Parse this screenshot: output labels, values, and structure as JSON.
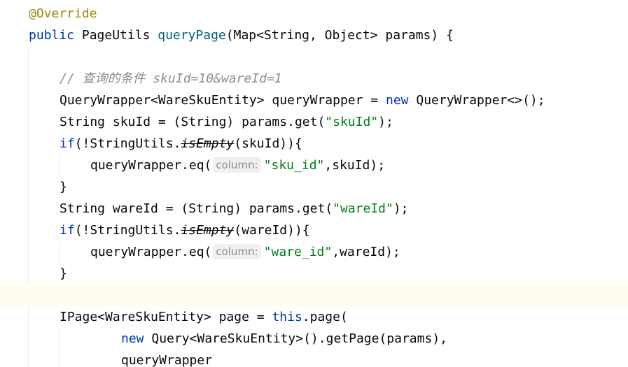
{
  "code": {
    "annotation": "@Override",
    "signature": {
      "kw_public": "public",
      "return_type": " PageUtils ",
      "method_name": "queryPage",
      "params": "(Map<String, Object> params) {"
    },
    "comment": "// 查询的条件 skuId=10&wareId=1",
    "line_wrapper": {
      "part1": "QueryWrapper<WareSkuEntity> queryWrapper = ",
      "kw_new": "new",
      "part2": " QueryWrapper<>();"
    },
    "line_skuid_decl": {
      "part1": "String skuId = (String) params.get(",
      "str": "\"skuId\"",
      "part2": ");"
    },
    "line_if_sku": {
      "kw_if": "if",
      "part1": "(!StringUtils.",
      "static_method": "isEmpty",
      "part2": "(skuId)){"
    },
    "line_eq_sku": {
      "part1": "queryWrapper.eq(",
      "hint": "column:",
      "str": "\"sku_id\"",
      "part2": ",skuId);"
    },
    "close_brace": "}",
    "line_wareid_decl": {
      "part1": "String wareId = (String) params.get(",
      "str": "\"wareId\"",
      "part2": ");"
    },
    "line_if_ware": {
      "kw_if": "if",
      "part1": "(!StringUtils.",
      "static_method": "isEmpty",
      "part2": "(wareId)){"
    },
    "line_eq_ware": {
      "part1": "queryWrapper.eq(",
      "hint": "column:",
      "str": "\"ware_id\"",
      "part2": ",wareId);"
    },
    "line_page": {
      "part1": "IPage<WareSkuEntity> page = ",
      "kw_this": "this",
      "part2": ".page("
    },
    "line_getpage": {
      "kw_new": "new",
      "part1": " Query<WareSkuEntity>().getPage(params),"
    },
    "line_qw": "queryWrapper"
  },
  "colors": {
    "keyword": "#0033b3",
    "string": "#067d17",
    "annotation": "#9e880d",
    "comment": "#8c8c8c",
    "method": "#00627a",
    "current_line": "#fefdf0"
  }
}
